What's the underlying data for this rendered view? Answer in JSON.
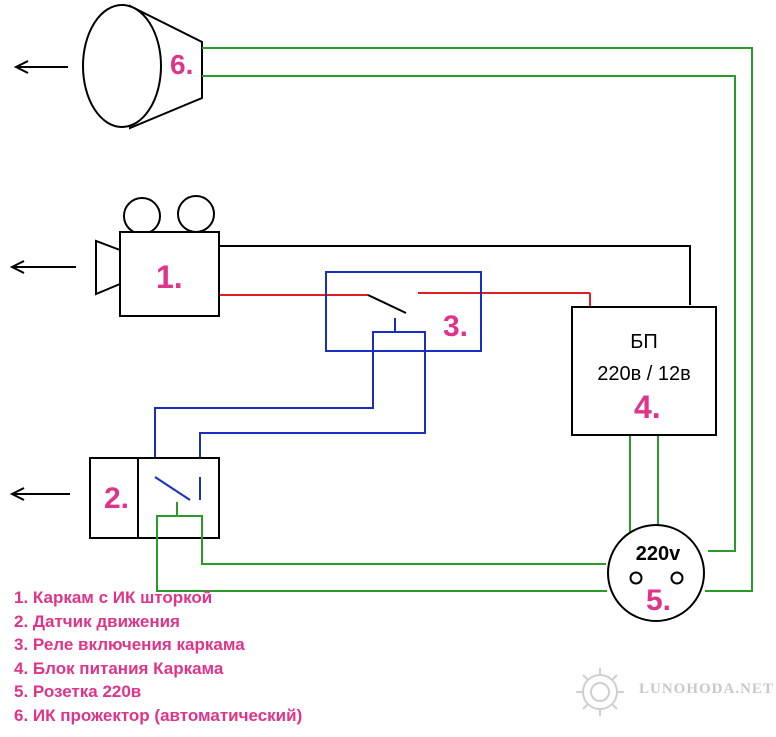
{
  "components": {
    "camera": {
      "number": "1."
    },
    "motion_sensor": {
      "number": "2."
    },
    "relay": {
      "number": "3."
    },
    "power_supply": {
      "title": "БП",
      "rating": "220в / 12в",
      "number": "4."
    },
    "socket": {
      "voltage": "220v",
      "number": "5."
    },
    "ir_projector": {
      "number": "6."
    }
  },
  "legend": [
    "1. Каркам с ИК шторкой",
    "2. Датчик движения",
    "3. Реле включения каркама",
    "4. Блок питания Каркама",
    "5. Розетка 220в",
    "6. ИК прожектор (автоматический)"
  ],
  "watermark": {
    "text": "LUNOHODA.NET"
  },
  "colors": {
    "label": "#e0338a",
    "green_wire": "#2a9a2a",
    "blue_wire": "#1a2fc0",
    "red_wire": "#e02020",
    "black_wire": "#000000",
    "relay_box": "#1a2fc0"
  },
  "icons": [
    "arrow-left-icon",
    "camera-icon",
    "projector-icon",
    "socket-icon",
    "watermark-logo-icon"
  ]
}
